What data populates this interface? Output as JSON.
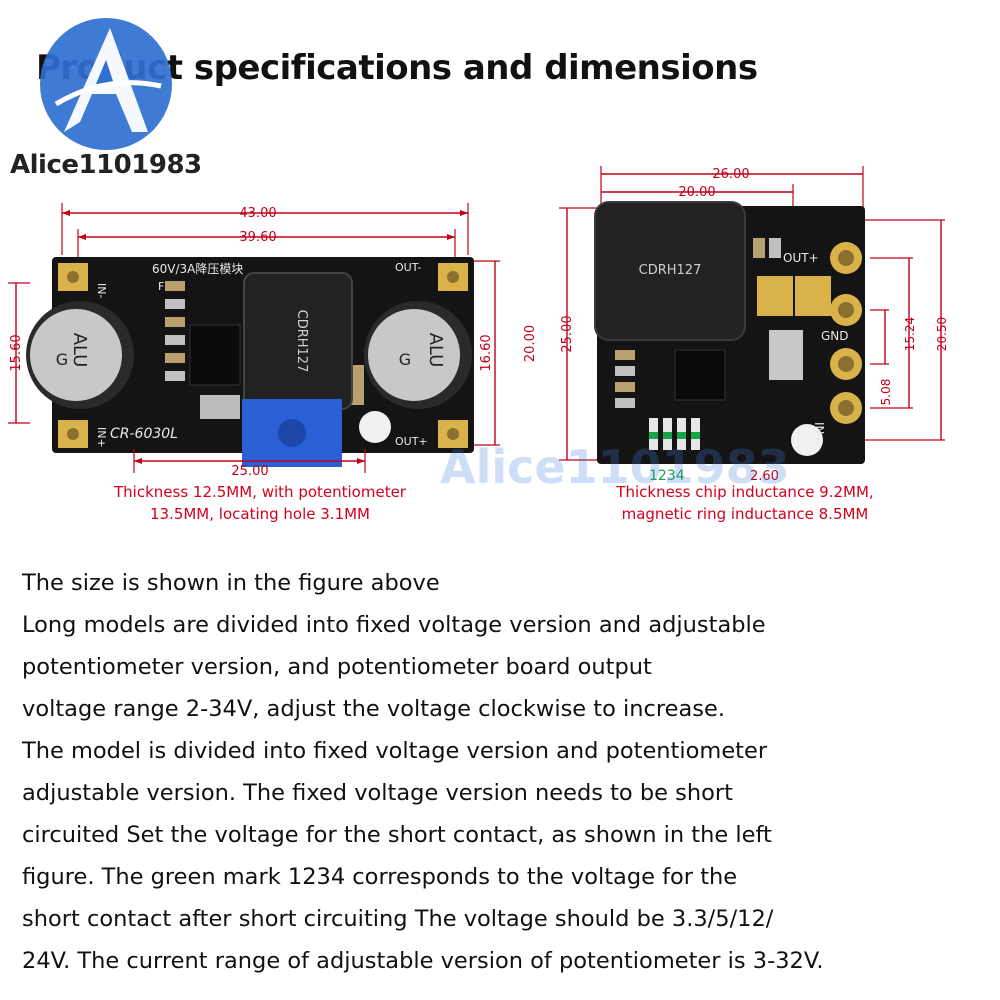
{
  "header": {
    "title": "Product specifications and dimensions",
    "watermark_text": "Alice1101983",
    "watermark_faint": "Alice1101983"
  },
  "left_board": {
    "silk_top": "60V/3A降压模块",
    "model": "CR-6030L",
    "inductor": "CDRH127",
    "cap_label_1": "ALU",
    "cap_label_2": "G",
    "pin_in_minus": "IN-",
    "pin_in_plus": "IN+",
    "pin_out_minus": "OUT-",
    "pin_out_plus": "OUT+",
    "pin_f": "F",
    "dims": {
      "total_width": "43.00",
      "hole_spacing": "39.60",
      "height_left": "15.60",
      "height_inner": "16.60",
      "height_total": "20.00",
      "bottom": "25.00"
    },
    "note_line1": "Thickness 12.5MM, with potentiometer",
    "note_line2": "13.5MM, locating hole 3.1MM"
  },
  "right_board": {
    "inductor": "CDRH127",
    "pin_out_plus": "OUT+",
    "pin_gnd": "GND",
    "pin_in_plus": "IN+",
    "marks": "1234",
    "dims": {
      "total_width": "26.00",
      "inner_width": "20.00",
      "height_total": "25.00",
      "pitch_1": "5.08",
      "pitch_2": "15.24",
      "pitch_3": "20.50",
      "hole": "2.60"
    },
    "note_line1": "Thickness chip inductance 9.2MM,",
    "note_line2": "magnetic ring inductance 8.5MM"
  },
  "description": [
    "The size is shown in the figure above",
    "Long models are divided into fixed voltage version and adjustable",
    "potentiometer version, and potentiometer board output",
    "voltage range 2-34V, adjust the voltage clockwise to increase.",
    "The model is divided into fixed voltage version and potentiometer",
    "adjustable version. The fixed voltage version needs to be short",
    "circuited Set the voltage for the short contact, as shown in the left",
    "figure. The green mark 1234 corresponds to the voltage for the",
    "short contact after short circuiting The voltage should be 3.3/5/12/",
    "24V. The current range of adjustable version of potentiometer is 3-32V."
  ],
  "colors": {
    "dimension_red": "#c0001a",
    "board_black": "#141414",
    "pad_gold": "#d9b24a",
    "pot_blue": "#2a5fd6",
    "logo_blue": "#2f6fd1",
    "mark_green": "#16a34a"
  }
}
